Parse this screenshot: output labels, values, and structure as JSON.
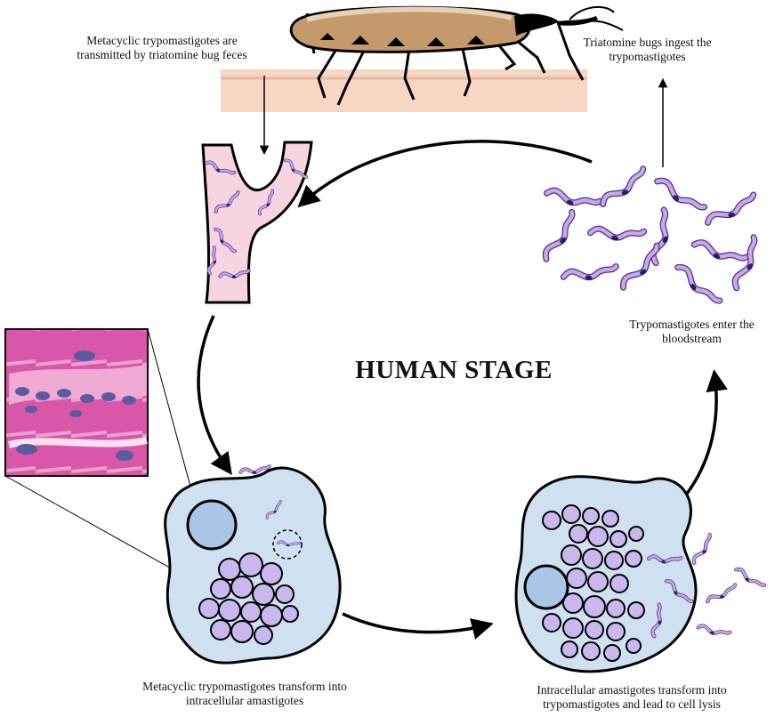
{
  "title": "HUMAN STAGE",
  "labels": {
    "transmit": "Metacyclic trypomastigotes are transmitted by triatomine bug feces",
    "ingest": "Triatomine bugs ingest the trypomastigotes",
    "enter": "Trypomastigotes enter the bloodstream",
    "transform": "Metacyclic  trypomastigotes transform into intracellular  amastigotes",
    "lysis": "Intracellular amastigotes transform into trypomastigotes and lead to cell lysis"
  },
  "colors": {
    "parasite_body": "#c9a8e6",
    "parasite_outline": "#4a2f8f",
    "nucleus": "#2d1a70",
    "cell_fill": "#cfe0f0",
    "amastigote_fill": "#c8b8ee",
    "skin": "#f7d7c4",
    "vessel": "#f6d4e0",
    "bug_body": "#c49a6c",
    "tissue": "#d857a8"
  },
  "icons": [
    "triatomine-bug-icon",
    "blood-vessel-icon",
    "trypomastigote-icon",
    "host-cell-icon",
    "histology-micrograph-icon"
  ]
}
